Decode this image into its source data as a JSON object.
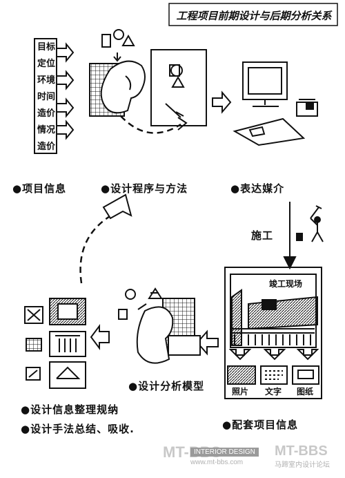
{
  "title": "工程项目前期设计与后期分析关系",
  "factors": [
    "目标",
    "定位",
    "环境",
    "时间",
    "造价",
    "情况",
    "造价"
  ],
  "labels": {
    "project_info": "●项目信息",
    "design_method": "●设计程序与方法",
    "media": "●表达媒介",
    "construction": "施工",
    "site_photo": "竣工现场",
    "photo": "照片",
    "text": "文字",
    "drawing": "图纸",
    "design_model": "●设计分析模型",
    "archive_info": "●配套项目信息",
    "summary_1": "●设计信息整理规纳",
    "summary_2": "●设计手法总结、吸收."
  },
  "watermark": {
    "brand": "MT-BBS",
    "tag": "INTERIOR DESIGN",
    "url": "www.mt-bbs.com",
    "cn": "马蹄室内设计论坛"
  }
}
